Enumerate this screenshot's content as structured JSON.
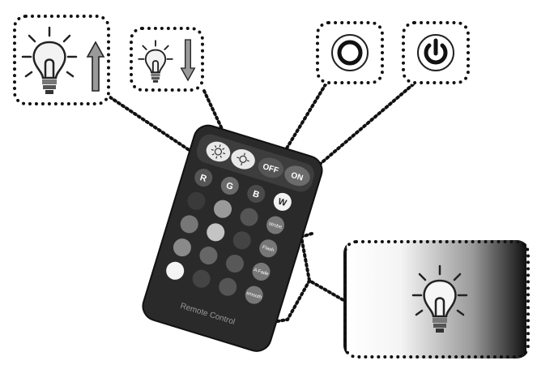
{
  "remote": {
    "label": "Remote Control",
    "buttons": {
      "off": "OFF",
      "on": "ON",
      "red": "R",
      "green": "G",
      "blue": "B",
      "white": "W",
      "strobe": "strobe",
      "flash": "Flash",
      "fade": "A Fade",
      "smooth": "smooth"
    }
  },
  "icons": {
    "bright_up": "lightbulb-icon",
    "arrow_up": "arrow-up-icon",
    "bright_down": "lightbulb-icon",
    "arrow_down": "arrow-down-icon",
    "off": "ring-icon",
    "on": "power-icon",
    "white": "lightbulb-icon"
  },
  "colors": {
    "remote_body": "#2b2b2b",
    "remote_top": "#3a3a3a",
    "callout_border": "#111111"
  }
}
